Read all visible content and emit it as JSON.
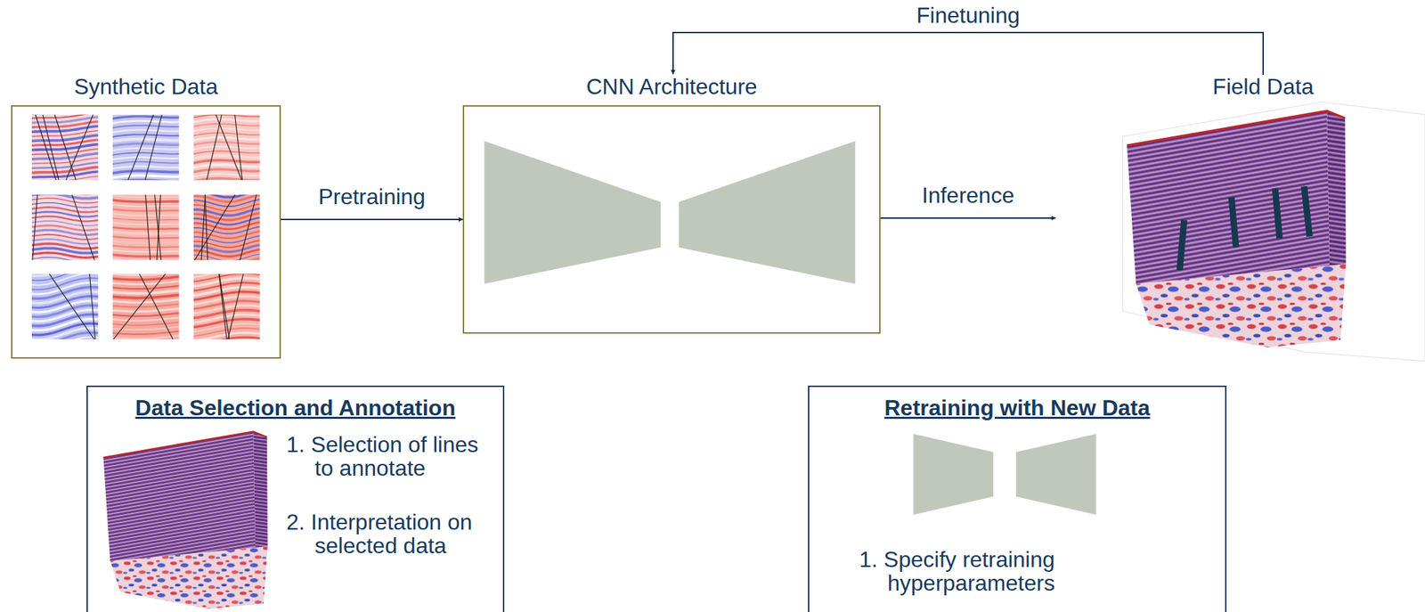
{
  "diagram": {
    "nodes": [
      {
        "text": [
          "Synthetic Data"
        ]
      },
      {
        "text": [
          "CNN Architecture"
        ]
      },
      {
        "text": [
          "Field Data"
        ]
      },
      {
        "text": [
          "Data Selection and Annotation",
          "1. Selection of lines to annotate",
          "2. Interpretation on selected data"
        ]
      },
      {
        "text": [
          "Retraining with New Data",
          "1. Specify retraining hyperparameters"
        ]
      }
    ],
    "edges": [
      {
        "from": 0,
        "to": 1,
        "label": "Pretraining",
        "arrow": "to"
      },
      {
        "from": 1,
        "to": 2,
        "label": "Inference",
        "arrow": "to"
      },
      {
        "from": 2,
        "to": 1,
        "label": "Finetuning",
        "arrow": "to"
      }
    ]
  }
}
